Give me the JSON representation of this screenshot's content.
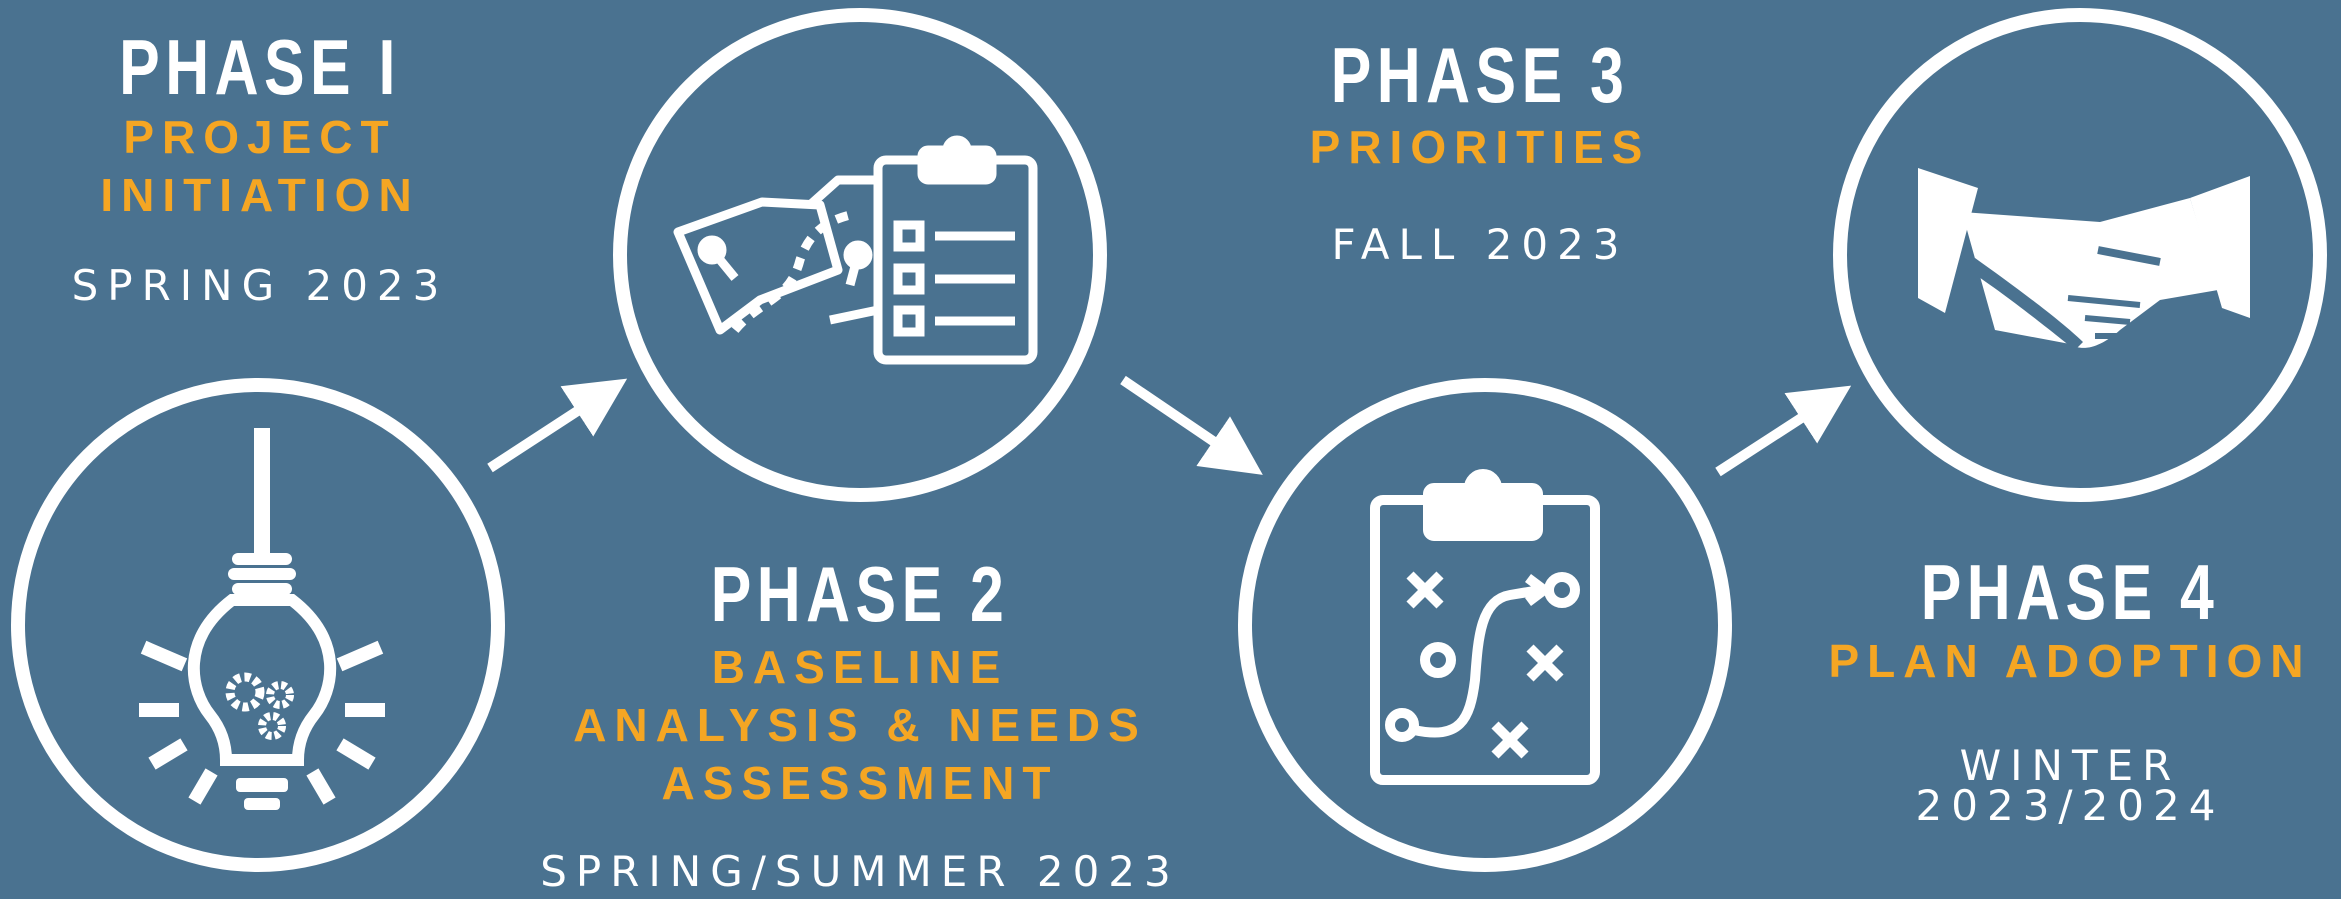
{
  "phases": [
    {
      "title": "PHASE I",
      "subtitle_lines": [
        "PROJECT",
        "INITIATION"
      ],
      "date": "SPRING 2023",
      "icon": "lightbulb-gears-icon"
    },
    {
      "title": "PHASE 2",
      "subtitle_lines": [
        "BASELINE",
        "ANALYSIS & NEEDS",
        "ASSESSMENT"
      ],
      "date": "SPRING/SUMMER 2023",
      "icon": "map-clipboard-checklist-icon"
    },
    {
      "title": "PHASE 3",
      "subtitle_lines": [
        "PRIORITIES"
      ],
      "date": "FALL 2023",
      "icon": "strategy-clipboard-icon"
    },
    {
      "title": "PHASE 4",
      "subtitle_lines": [
        "PLAN ADOPTION"
      ],
      "date_lines": [
        "WINTER",
        "2023/2024"
      ],
      "icon": "handshake-icon"
    }
  ],
  "colors": {
    "background": "#4a7290",
    "title": "#ffffff",
    "subtitle": "#f5a623",
    "date": "#ffffff",
    "icon": "#ffffff"
  }
}
